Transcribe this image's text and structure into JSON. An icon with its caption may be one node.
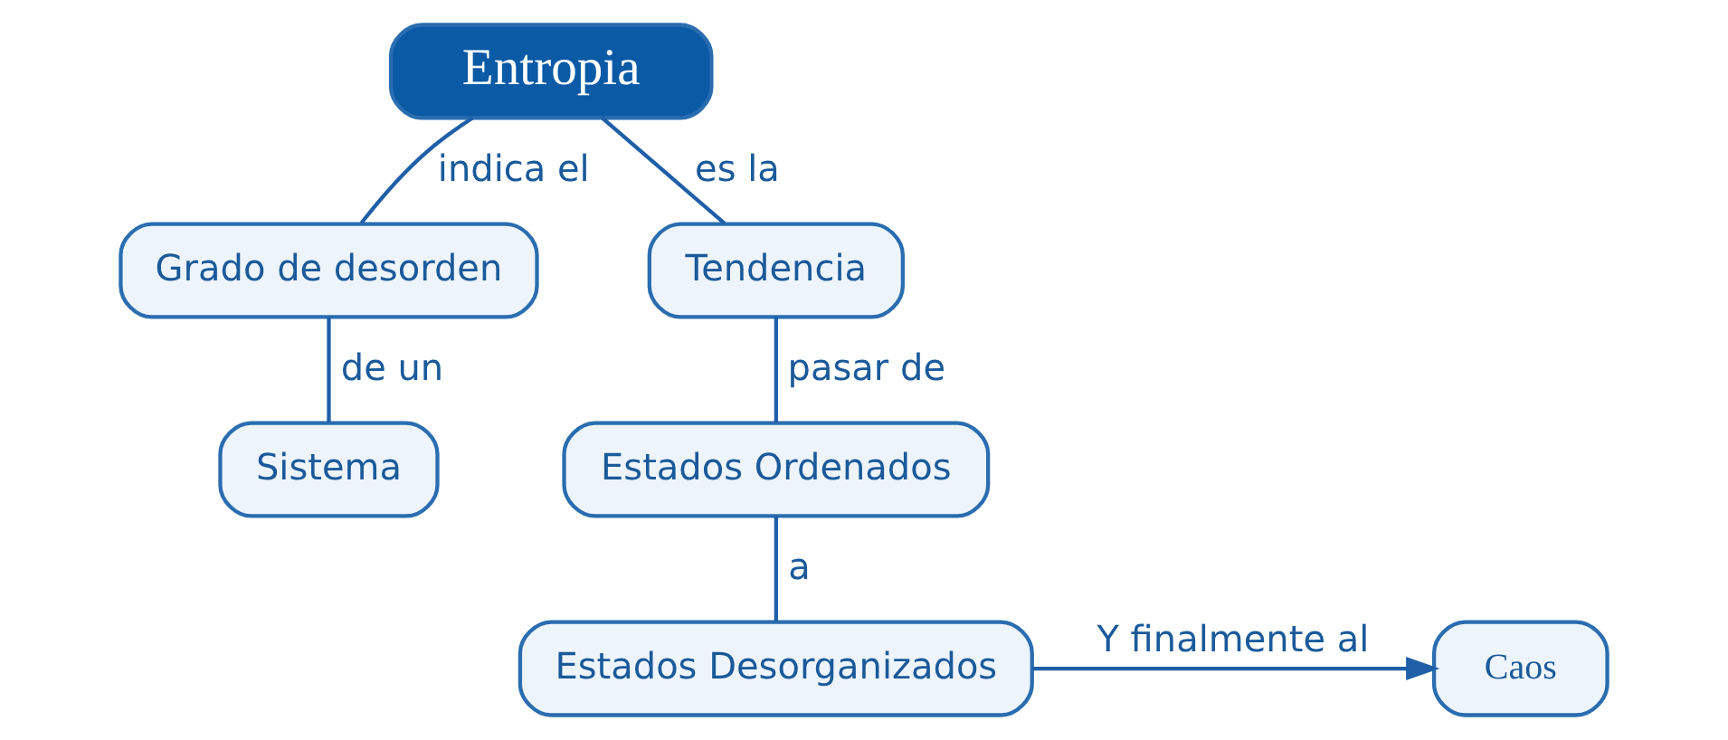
{
  "diagram": {
    "nodes": [
      {
        "text": [
          "Entropia"
        ]
      },
      {
        "text": [
          "Grado de desorden"
        ]
      },
      {
        "text": [
          "Sistema"
        ]
      },
      {
        "text": [
          "Tendencia"
        ]
      },
      {
        "text": [
          "Estados Ordenados"
        ]
      },
      {
        "text": [
          "Estados Desorganizados"
        ]
      },
      {
        "text": [
          "Caos"
        ]
      }
    ],
    "edges": [
      {
        "from": 0,
        "to": 1,
        "arrow": "none",
        "label": "indica el"
      },
      {
        "from": 1,
        "to": 2,
        "arrow": "none",
        "label": "de un"
      },
      {
        "from": 0,
        "to": 3,
        "arrow": "none",
        "label": "es la"
      },
      {
        "from": 3,
        "to": 4,
        "arrow": "none",
        "label": "pasar de"
      },
      {
        "from": 4,
        "to": 5,
        "arrow": "none",
        "label": "a"
      },
      {
        "from": 5,
        "to": 6,
        "arrow": "to",
        "label": "Y finalmente al"
      }
    ]
  }
}
